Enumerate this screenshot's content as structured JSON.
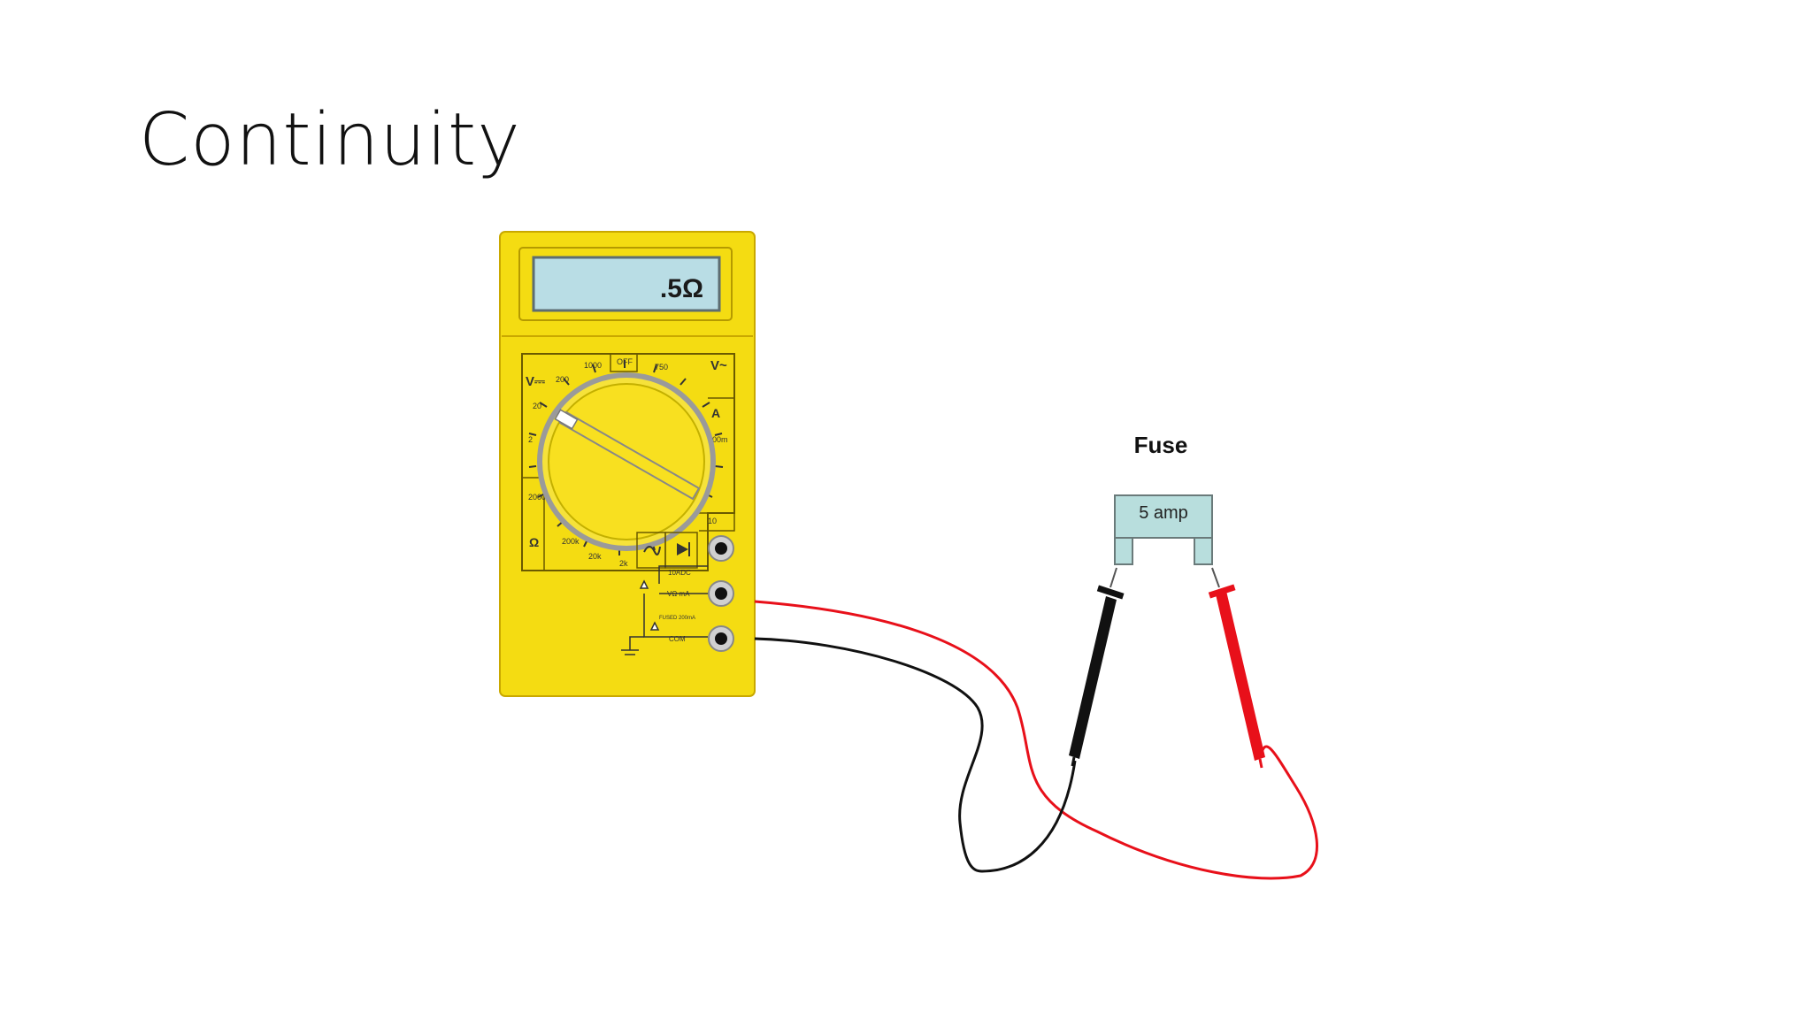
{
  "slide": {
    "title": "Continuity"
  },
  "multimeter": {
    "display_reading": ".5Ω",
    "dial_labels": {
      "v_dc": "V⎓",
      "v_ac": "V~",
      "amps": "A",
      "ohms": "Ω",
      "pos_1000": "1000",
      "pos_200": "200",
      "pos_20": "20",
      "pos_2": "2",
      "pos_2k": "2k",
      "pos_20k": "20k",
      "pos_200k": "200k",
      "pos_2000k": "2000k",
      "pos_off": "OFF",
      "pos_750": "750",
      "pos_200m": "200m",
      "pos_10": "10"
    },
    "jack_labels": {
      "jack_10a": "10ADC",
      "jack_vma": "VΩ mA",
      "jack_com": "COM",
      "fuse_note": "FUSED 200mA"
    }
  },
  "fuse": {
    "label": "Fuse",
    "rating": "5 amp"
  },
  "colors": {
    "meter_body": "#f4dc12",
    "meter_outline": "#c9a800",
    "lcd_background": "#b9dde5",
    "fuse_body": "#b8dedd",
    "red_lead": "#e8101a",
    "black_lead": "#111111"
  }
}
